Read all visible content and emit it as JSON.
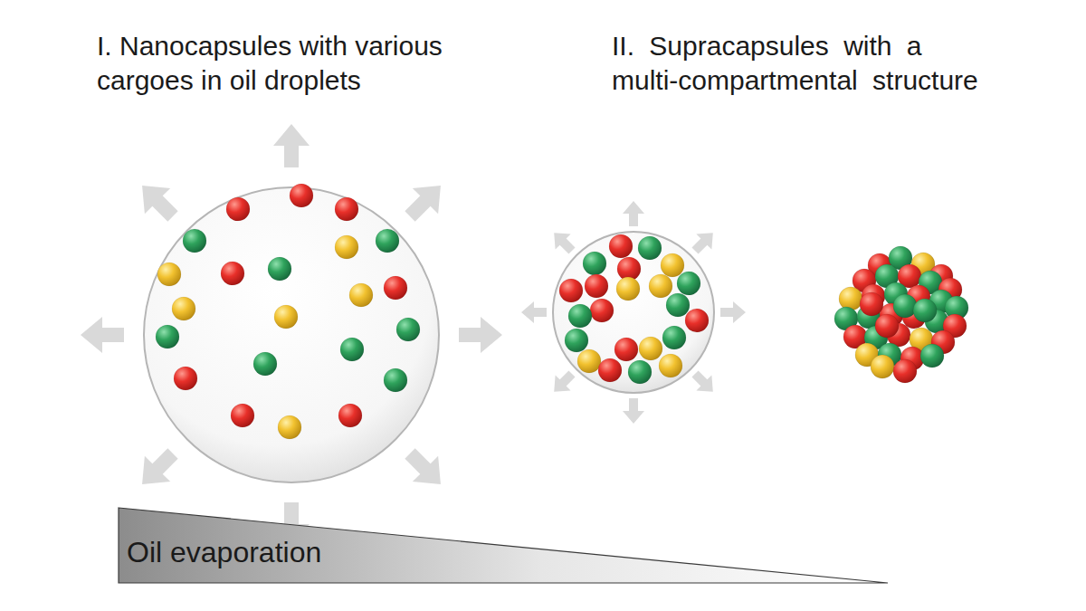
{
  "diagram": {
    "nodes": [
      {
        "text": [
          "Oil evaporation"
        ]
      }
    ],
    "labels": [
      "I. Nanocapsules with various cargoes in oil droplets",
      "II. Supracapsules with a multi-compartmental structure"
    ]
  }
}
